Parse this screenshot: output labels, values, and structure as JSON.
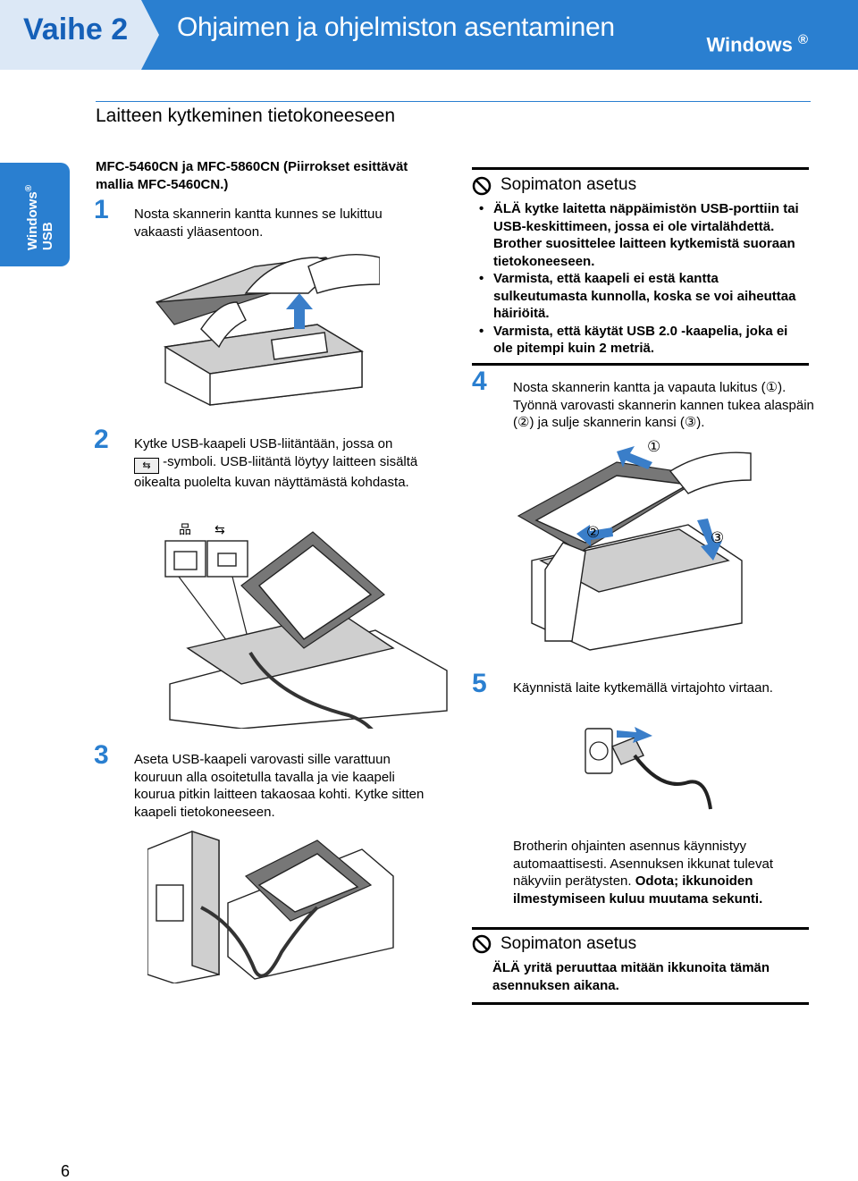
{
  "header": {
    "step_label": "Vaihe 2",
    "title": "Ohjaimen ja ohjelmiston asentaminen",
    "os_label": "Windows",
    "os_mark": "®"
  },
  "side_tab": {
    "line1": "Windows",
    "mark": "®",
    "line2": "USB"
  },
  "section_title": "Laitteen kytkeminen tietokoneeseen",
  "intro": "MFC-5460CN ja MFC-5860CN (Piirrokset esittävät mallia MFC-5460CN.)",
  "steps": [
    {
      "num": "1",
      "text": "Nosta skannerin kantta kunnes se lukittuu vakaasti yläasentoon."
    },
    {
      "num": "2",
      "text_before": "Kytke USB-kaapeli USB-liitäntään, jossa on",
      "text_after": "-symboli. USB-liitäntä löytyy laitteen sisältä oikealta puolelta kuvan näyttämästä kohdasta."
    },
    {
      "num": "3",
      "text": "Aseta USB-kaapeli varovasti sille varattuun kouruun alla osoitetulla tavalla ja vie kaapeli kourua pitkin laitteen takaosaa kohti. Kytke sitten kaapeli tietokoneeseen."
    },
    {
      "num": "4",
      "text": "Nosta skannerin kantta ja vapauta lukitus (①). Työnnä varovasti skannerin kannen tukea alaspäin (②) ja sulje skannerin kansi (③)."
    },
    {
      "num": "5",
      "text": "Käynnistä laite kytkemällä virtajohto virtaan."
    }
  ],
  "callout_labels": [
    "①",
    "②",
    "③"
  ],
  "caution1": {
    "title": "Sopimaton asetus",
    "bullets": [
      "ÄLÄ kytke laitetta näppäimistön USB-porttiin tai USB-keskittimeen, jossa ei ole virtalähdettä. Brother suosittelee laitteen kytkemistä suoraan tietokoneeseen.",
      "Varmista, että kaapeli ei estä kantta sulkeutumasta kunnolla, koska se voi aiheuttaa häiriöitä.",
      "Varmista, että käytät USB 2.0 -kaapelia, joka ei ole pitempi kuin 2 metriä."
    ]
  },
  "install_note": {
    "normal": "Brotherin ohjainten asennus käynnistyy automaattisesti. Asennuksen ikkunat tulevat näkyviin perätysten.",
    "bold": "Odota; ikkunoiden ilmestymiseen kuluu muutama sekunti."
  },
  "caution2": {
    "title": "Sopimaton asetus",
    "text": "ÄLÄ yritä peruuttaa mitään ikkunoita tämän asennuksen aikana."
  },
  "page_number": "6",
  "colors": {
    "brand_blue": "#2a7fd0",
    "tab_light": "#dce8f6"
  }
}
